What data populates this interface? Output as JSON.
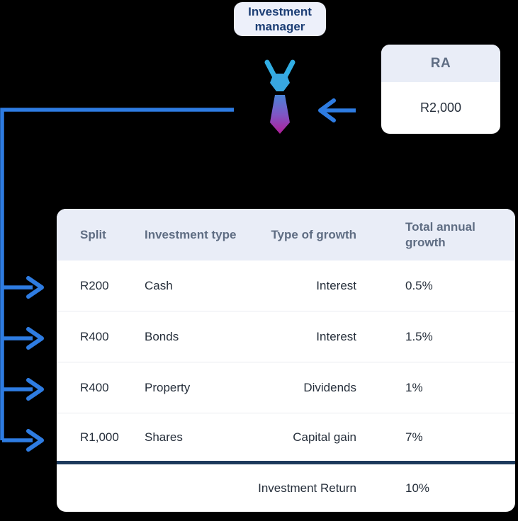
{
  "manager_badge": {
    "label": "Investment manager"
  },
  "ra_card": {
    "title": "RA",
    "amount": "R2,000"
  },
  "table": {
    "columns": {
      "split": "Split",
      "investment_type": "Investment type",
      "growth_type": "Type of growth",
      "total_annual_growth": "Total annual growth"
    },
    "rows": [
      {
        "split": "R200",
        "investment_type": "Cash",
        "growth_type": "Interest",
        "total_annual_growth": "0.5%"
      },
      {
        "split": "R400",
        "investment_type": "Bonds",
        "growth_type": "Interest",
        "total_annual_growth": "1.5%"
      },
      {
        "split": "R400",
        "investment_type": "Property",
        "growth_type": "Dividends",
        "total_annual_growth": "1%"
      },
      {
        "split": "R1,000",
        "investment_type": "Shares",
        "growth_type": "Capital gain",
        "total_annual_growth": "7%"
      }
    ],
    "footer": {
      "label": "Investment Return",
      "value": "10%"
    }
  },
  "icons": {
    "tie": "investment-manager-tie",
    "flow_arrows": "blue split arrows from manager to table rows",
    "ra_arrow": "blue arrow from RA card to manager"
  },
  "colors": {
    "background": "#000000",
    "connector_blue": "#2e7ce2",
    "navy_divider": "#1d3a5c",
    "table_header_bg": "#e9edf7",
    "header_text": "#5f6d83",
    "body_text": "#262f3b",
    "badge_bg": "#edf0fa",
    "badge_text": "#1c3e75",
    "card_bg": "#ffffff",
    "separator": "#e9ebf0",
    "tie_cyan": "#31aee4",
    "tie_gradient_top": "#4b84d7",
    "tie_gradient_mid": "#7e57c6",
    "tie_gradient_bottom": "#b01e98"
  }
}
